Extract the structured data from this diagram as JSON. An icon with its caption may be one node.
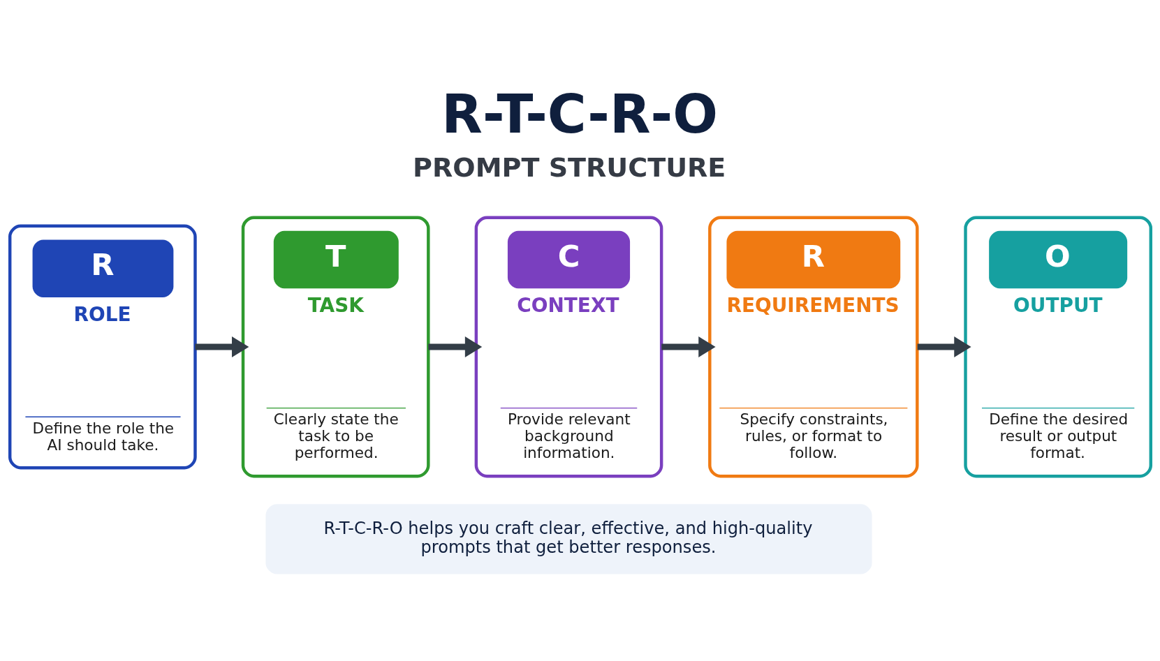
{
  "diagram": {
    "title": "R-T-C-R-O",
    "nodes": [
      {
        "text": [
          "R",
          "ROLE",
          "Define the role the AI should take."
        ]
      },
      {
        "text": [
          "T",
          "TASK",
          "Clearly state the task to be performed."
        ]
      },
      {
        "text": [
          "C",
          "CONTEXT",
          "Provide relevant background information."
        ]
      },
      {
        "text": [
          "R",
          "REQUIREMENTS",
          "Specify constraints, rules, or format to follow."
        ]
      },
      {
        "text": [
          "O",
          "OUTPUT",
          "Define the desired result or output format."
        ]
      },
      {
        "text": [
          "R-T-C-R-O helps you craft clear, effective, and high-quality prompts that get better responses."
        ]
      }
    ],
    "edges": [
      {
        "from": 0,
        "to": 1,
        "arrow": "to"
      },
      {
        "from": 1,
        "to": 2,
        "arrow": "to"
      },
      {
        "from": 2,
        "to": 3,
        "arrow": "to"
      },
      {
        "from": 3,
        "to": 4,
        "arrow": "to"
      }
    ],
    "labels": [
      "PROMPT STRUCTURE"
    ]
  }
}
